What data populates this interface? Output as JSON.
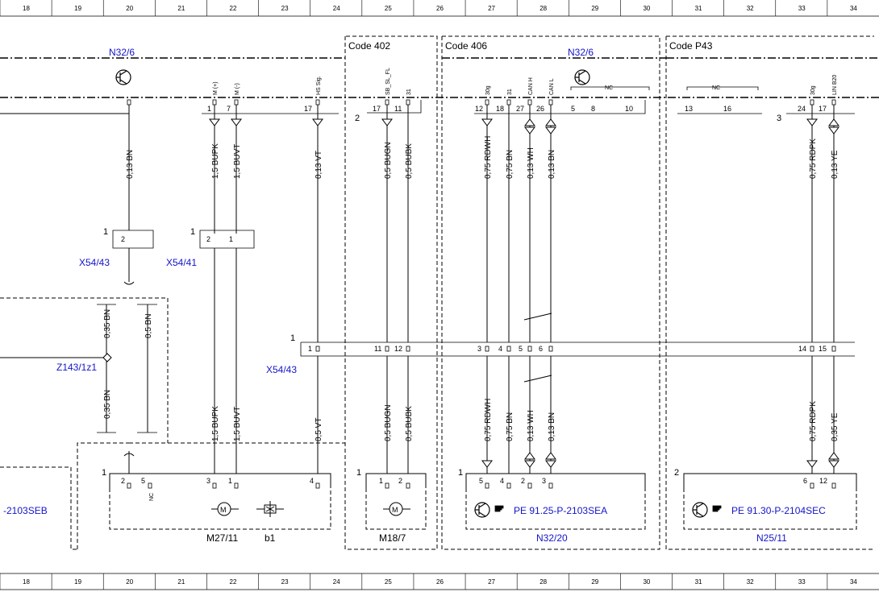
{
  "grid_columns": [
    "18",
    "19",
    "20",
    "21",
    "22",
    "23",
    "24",
    "25",
    "26",
    "27",
    "28",
    "29",
    "30",
    "31",
    "32",
    "33",
    "34"
  ],
  "sections": [
    {
      "id": "code402",
      "label": "Code 402"
    },
    {
      "id": "code406",
      "label": "Code 406"
    },
    {
      "id": "codeP43",
      "label": "Code P43"
    }
  ],
  "modules": {
    "n32_6_left": "N32/6",
    "n32_6_right": "N32/6"
  },
  "connectors": {
    "x54_43_top": "X54/43",
    "x54_41": "X54/41",
    "z143": "Z143/1z1",
    "x54_43_mid": "X54/43"
  },
  "header_pins": {
    "pin1": "1",
    "pin7": "7",
    "pin17": "17",
    "p17b": "17",
    "p11": "11",
    "p12": "12",
    "p18": "18",
    "p27": "27",
    "p26": "26",
    "p5": "5",
    "p8": "8",
    "p10": "10",
    "p13": "13",
    "p16": "16",
    "p24": "24",
    "p17c": "17",
    "conn2": "2",
    "conn3": "3"
  },
  "pin_names": {
    "m_plus": "M (+)",
    "m_minus": "M (-)",
    "hs_sig": "HS Sig.",
    "sb_sl_fl": "SB_SL_FL",
    "n31a": "31",
    "n30g": "30g",
    "n31b": "31",
    "can_h": "CAN H",
    "can_l": "CAN L",
    "n30g_b": "30g",
    "lin_b20": "LIN B20",
    "nc1": "NC",
    "nc2": "NC",
    "nc3": "NC"
  },
  "wires_upper": [
    {
      "label": "0,13 BN"
    },
    {
      "label": "1,5 BUPK"
    },
    {
      "label": "1,5 BUVT"
    },
    {
      "label": "0,13 VT"
    },
    {
      "label": "0,5 BUGN"
    },
    {
      "label": "0,5 BUBK"
    },
    {
      "label": "0,75 RDWH"
    },
    {
      "label": "0,75 BN"
    },
    {
      "label": "0,13 WH"
    },
    {
      "label": "0,13 BN"
    },
    {
      "label": "0,75 RDPK"
    },
    {
      "label": "0,13 YE"
    }
  ],
  "wires_lower": [
    {
      "label": "1,5 BUPK"
    },
    {
      "label": "1,5 BUVT"
    },
    {
      "label": "0,5 VT"
    },
    {
      "label": "0,5 BUGN"
    },
    {
      "label": "0,5 BUBK"
    },
    {
      "label": "0,75 RDWH"
    },
    {
      "label": "0,75 BN"
    },
    {
      "label": "0,13 WH"
    },
    {
      "label": "0,13 BN"
    },
    {
      "label": "0,75 RDPK"
    },
    {
      "label": "0,35 YE"
    }
  ],
  "wires_left": {
    "bn35a": "0,35 BN",
    "bn5": "0,5 BN",
    "bn35b": "0,35 BN"
  },
  "small_conn": {
    "num1a": "1",
    "num2a": "2",
    "num1b": "1",
    "num2b": "2",
    "num1c": "1"
  },
  "mid_conn": {
    "num1": "1",
    "p1": "1",
    "p11": "11",
    "p12": "12",
    "p3": "3",
    "p4": "4",
    "p5": "5",
    "p6": "6",
    "p14": "14",
    "p15": "15"
  },
  "bottom_pins": {
    "a2": "2",
    "a5": "5",
    "a3": "3",
    "a1": "1",
    "a4": "4",
    "nc": "NC",
    "b1": "1",
    "b2": "2",
    "c5": "5",
    "c4": "4",
    "c2": "2",
    "c3": "3",
    "d6": "6",
    "d12": "12",
    "n1a": "1",
    "n1b": "1",
    "n1c": "1",
    "n2": "2"
  },
  "components": {
    "m27_11": "M27/11",
    "b1": "b1",
    "m18_7": "M18/7",
    "n32_20": "N32/20",
    "n25_11": "N25/11",
    "ref_left": "-2103SEB",
    "ref_sea": "PE 91.25-P-2103SEA",
    "ref_sec": "PE 91.30-P-2104SEC",
    "m_glyph": "M"
  }
}
